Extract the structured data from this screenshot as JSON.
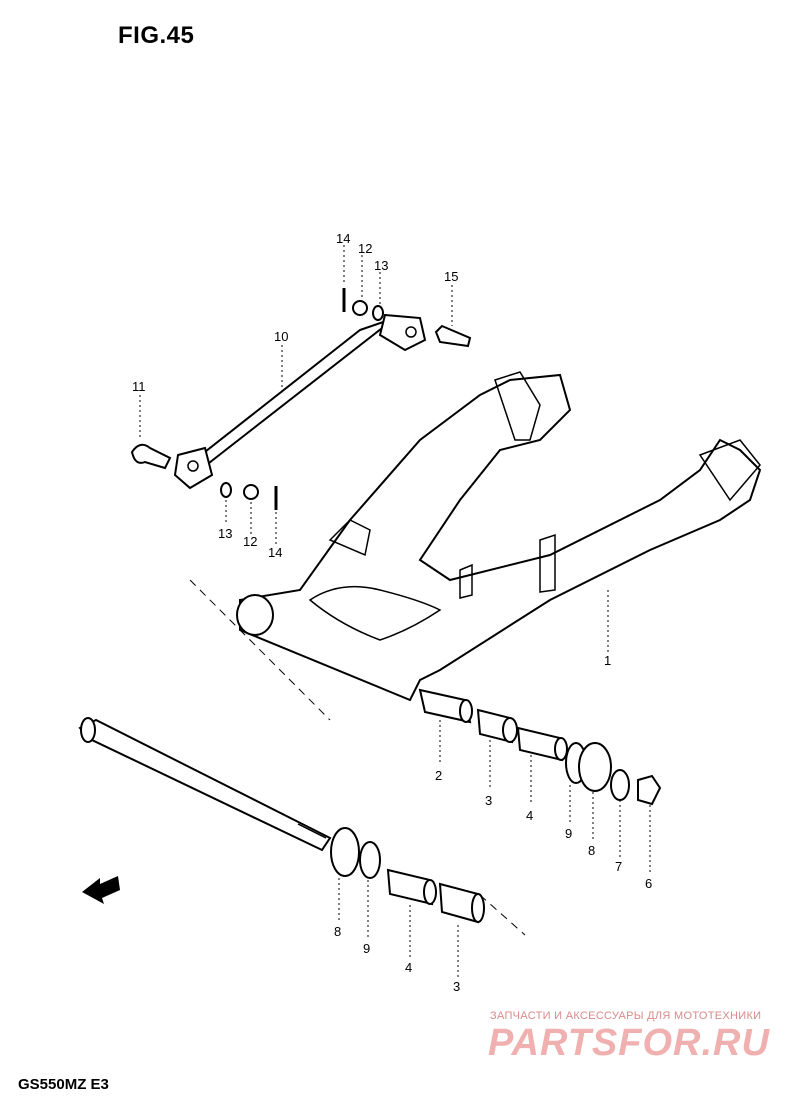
{
  "figure": {
    "title": "FIG.45",
    "model": "GS550MZ  E3"
  },
  "callouts": [
    {
      "id": "c14a",
      "text": "14"
    },
    {
      "id": "c12a",
      "text": "12"
    },
    {
      "id": "c13a",
      "text": "13"
    },
    {
      "id": "c15",
      "text": "15"
    },
    {
      "id": "c10",
      "text": "10"
    },
    {
      "id": "c11",
      "text": "11"
    },
    {
      "id": "c13b",
      "text": "13"
    },
    {
      "id": "c12b",
      "text": "12"
    },
    {
      "id": "c14b",
      "text": "14"
    },
    {
      "id": "c1",
      "text": "1"
    },
    {
      "id": "c2",
      "text": "2"
    },
    {
      "id": "c3a",
      "text": "3"
    },
    {
      "id": "c4a",
      "text": "4"
    },
    {
      "id": "c9a",
      "text": "9"
    },
    {
      "id": "c8a",
      "text": "8"
    },
    {
      "id": "c7",
      "text": "7"
    },
    {
      "id": "c6",
      "text": "6"
    },
    {
      "id": "c8b",
      "text": "8"
    },
    {
      "id": "c9b",
      "text": "9"
    },
    {
      "id": "c4b",
      "text": "4"
    },
    {
      "id": "c3b",
      "text": "3"
    }
  ],
  "watermark": {
    "tagline": "ЗАПЧАСТИ И АКСЕССУАРЫ ДЛЯ МОТОТЕХНИКИ",
    "logo": "PARTSFOR.RU"
  }
}
